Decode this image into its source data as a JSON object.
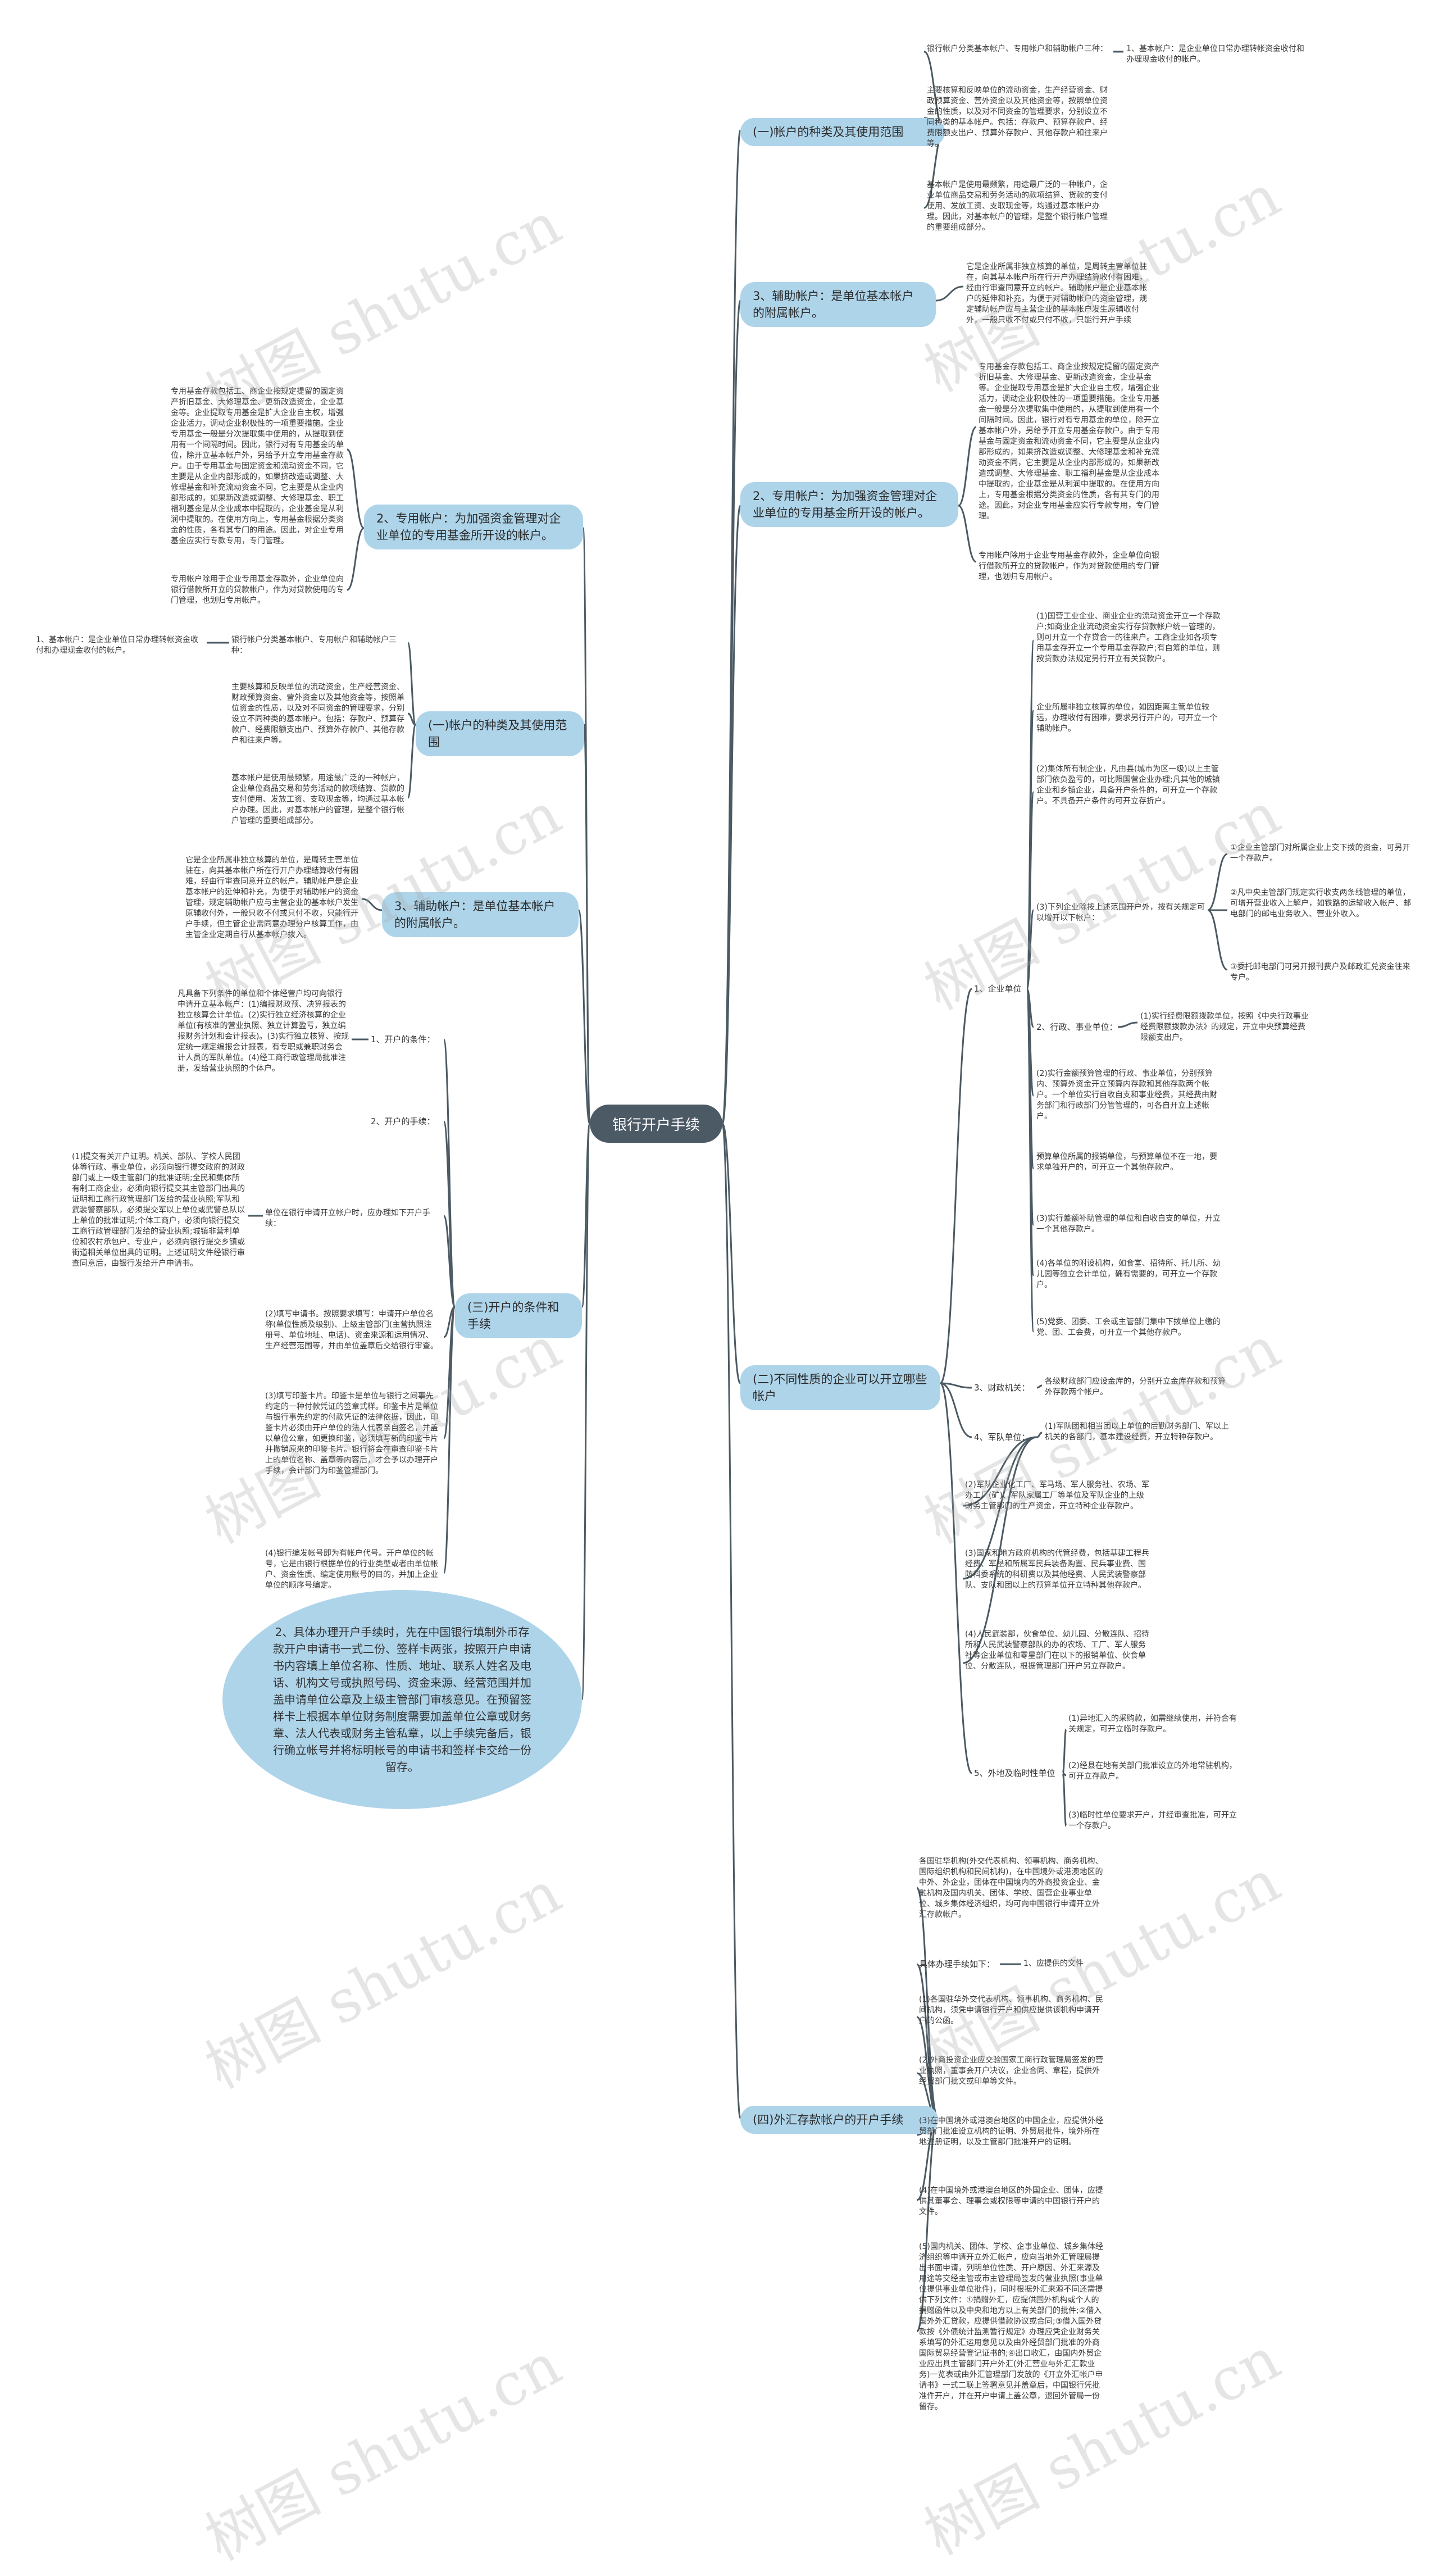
{
  "root": "银行开户手续",
  "watermark": "树图 shutu.cn",
  "right": {
    "b1": {
      "label": "(一)帐户的种类及其使用范围",
      "n1": "银行帐户分类基本帐户、专用帐户和辅助帐户三种：",
      "n1a": "1、基本帐户：是企业单位日常办理转帐资金收付和办理现金收付的帐户。",
      "n2": "主要核算和反映单位的流动资金，生产经营资金、财政预算资金、营外资金以及其他资金等，按照单位资金的性质，以及对不同资金的管理要求，分别设立不同种类的基本帐户。包括：存款户、预算存款户、经费限额支出户、预算外存款户、其他存款户和往来户等。",
      "n3": "基本帐户是使用最频繁，用途最广泛的一种帐户，企业单位商品交易和劳务活动的款项结算、货款的支付使用、发放工资、支取现金等，均通过基本帐户办理。因此，对基本帐户的管理，是整个银行帐户管理的重要组成部分。"
    },
    "b2": {
      "label": "3、辅助帐户：是单位基本帐户的附属帐户。",
      "n1": "它是企业所属非独立核算的单位，是周转主营单位驻在，向其基本帐户所在行开户办理结算收付有困难，经由行审查同意开立的帐户。辅助帐户是企业基本帐户的延伸和补充，为便于对辅助帐户的资金管理，规定辅助帐户应与主营企业的基本帐户发生原辅收付外，一般只收不付或只付不收，只能行开户手续"
    },
    "b3": {
      "label": "2、专用帐户：为加强资金管理对企业单位的专用基金所开设的帐户。",
      "n1": "专用基金存款包括工、商企业按规定提留的固定资产折旧基金、大修理基金、更新改造资金，企业基金等。企业提取专用基金是扩大企业自主权，增强企业活力，调动企业积极性的一项重要措施。企业专用基金一般是分次提取集中使用的，从提取到使用有一个间隔时间。因此，银行对有专用基金的单位，除开立基本帐户外，另给予开立专用基金存款户。由于专用基金与固定资金和流动资金不同，它主要是从企业内部形成的，如果挤改造或调整、大修理基金和补充流动资金不同，它主要是从企业内部形成的，如果新改造或调整、大修理基金、职工福利基金是从企业成本中提取的，企业基金是从利润中提取的。在使用方向上，专用基金根据分类资金的性质，各有其专门的用途。因此，对企业专用基金应实行专款专用，专门管理。",
      "n2": "专用帐户除用于企业专用基金存款外，企业单位向银行借款所开立的贷款帐户，作为对贷款使用的专门管理，也划归专用帐户。"
    },
    "b4": {
      "label": "(二)不同性质的企业可以开立哪些帐户",
      "c1": {
        "label": "1、企业单位",
        "i1": "(1)国营工业企业、商业企业的流动资金开立一个存款户;如商业企业流动资金实行存贷款帐户统一管理的，则可开立一个存贷合一的往来户。工商企业如各项专用基金存开立一个专用基金存款户;有自筹的单位，则按贷款办法规定另行开立有关贷款户。",
        "i2": "企业所属非独立核算的单位，如因距离主管单位较远，办理收付有困难，要求另行开户的，可开立一个辅助帐户。",
        "i3": "(2)集体所有制企业，凡由县(城市为区一级)以上主管部门依负盈亏的，可比照国营企业办理;凡其他的城镇企业和乡镇企业，具备开户条件的，可开立一个存款户。不具备开户条件的可开立存折户。",
        "i4": "(3)下列企业除按上述范围开户外，按有关规定可以增开以下帐户：",
        "i4a": "①企业主管部门对所属企业上交下拨的资金，可另开一个存款户。",
        "i4b": "②凡中央主管部门规定实行收支两条线管理的单位，可增开营业收入上解户，如铁路的运输收入帐户、邮电部门的邮电业务收入、营业外收入。",
        "i4c": "③委托邮电部门可另开报刊费户及邮政汇兑资金往来专户。",
        "i5": "2、行政、事业单位：",
        "i5a": "(1)实行经费限额拨款单位，按照《中央行政事业经费限额拨款办法》的规定，开立中央预算经费限额支出户。",
        "i6": "(2)实行金额预算管理的行政、事业单位，分别预算内、预算外资金开立预算内存款和其他存款两个帐户。一个单位实行自收自支和事业经费，其经费由财务部门和行政部门分管管理的，可各自开立上述帐户。",
        "i7": "预算单位所属的报销单位，与预算单位不在一地，要求单独开户的，可开立一个其他存款户。",
        "i8": "(3)实行差额补助管理的单位和自收自支的单位，开立一个其他存款户。",
        "i9": "(4)各单位的附设机构，如食堂、招待所、托儿所、幼儿园等独立会计单位，确有需要的，可开立一个存款户。",
        "i10": "(5)党委、团委、工会或主管部门集中下拨单位上缴的党、团、工会费，可开立一个其他存款户。"
      },
      "c3": {
        "label": "3、财政机关：",
        "text": "各级财政部门应设金库的，分别开立金库存款和预算外存款两个帐户。"
      },
      "c4": {
        "label": "4、军队单位：",
        "i1": "(1)军队团和相当团以上单位的后勤财务部门、军以上机关的各部门，基本建设经费，开立特种存款户。",
        "i2": "(2)军队企业化工厂、军马场、军人服务社、农场、军办工厂(矿)、军队家属工厂等单位及军队企业的上级财务主管部门的生产资金，开立特种企业存款户。",
        "i3": "(3)国家和地方政府机构的代管经费，包括基建工程兵经费、军垦和所属军民兵装备购置、民兵事业费、国防科委系统的科研费以及其他经费、人民武装警察部队、支队和团以上的预算单位开立特种其他存款户。",
        "i4": "(4)人民武装部，伙食单位、幼儿园、分散连队、招待所和人民武装警察部队的办的农场、工厂、军人服务社等企业单位和零星部门在以下的报销单位、伙食单位、分散连队，根据管理部门开户另立存款户。"
      },
      "c5": {
        "label": "5、外地及临时性单位",
        "i1": "(1)异地汇入的采购款，如需继续使用，并符合有关规定，可开立临时存款户。",
        "i2": "(2)经县在地有关部门批准设立的外地常驻机构，可开立存款户。",
        "i3": "(3)临时性单位要求开户，并经审查批准，可开立一个存款户。"
      }
    },
    "b5": {
      "label": "(四)外汇存款帐户的开户手续",
      "i1": "各国驻华机构(外交代表机构、领事机构、商务机构、国际组织机构和民间机构)，在中国境外或港澳地区的中外、外企业，团体在中国境内的外商投资企业、金融机构及国内机关、团体、学校、国营企业事业单位、城乡集体经济组织，均可向中国银行申请开立外汇存款帐户。",
      "i2": "具体办理手续如下：",
      "i2a": "1、应提供的文件",
      "i3": "(1)各国驻华外交代表机构、领事机构、商务机构、民间机构，须凭申请银行开户和供应提供该机构申请开户的公函。",
      "i4": "(2)外商投资企业应交验国家工商行政管理局签发的营业执照，董事会开户决议，企业合同、章程，提供外经贸部门批文或印单等文件。",
      "i5": "(3)在中国境外或港澳台地区的中国企业，应提供外经贸部门批准设立机构的证明、外贸局批件，境外所在地注册证明，以及主管部门批准开户的证明。",
      "i6": "(4)在中国境外或港澳台地区的外国企业、团体，应提供其董事会、理事会或权限等申请的中国银行开户的文件。",
      "i7": "(5)国内机关、团体、学校、企事业单位、城乡集体经济组织等申请开立外汇帐户，应向当地外汇管理局提出书面申请，列明单位性质、开户原因、外汇来源及用途等交经主管或市主管理局签发的营业执照(事业单位提供事业单位批件)，同时根据外汇来源不同还需提供下列文件：①捐赠外汇，应提供国外机构或个人的捐赠函件以及中央和地方以上有关部门的批件;②借入国外外汇贷款，应提供借款协议或合同;③借入国外贷款按《外债统计监测暂行规定》办理应凭企业财务关系填写的外汇运用意见以及由外经贸部门批准的外商国际贸易经营登记证书的;④出口收汇，由国内外贸企业应出具主管部门开户外汇(外汇营业与外汇汇款业务)一览表或由外汇管理部门发放的《开立外汇帐户申请书》一式二联上签署意见并盖章后，中国银行凭批准件开户，并在开户申请上盖公章，退回外管局一份留存。"
    }
  },
  "left": {
    "b1": {
      "label": "2、专用帐户：为加强资金管理对企业单位的专用基金所开设的帐户。",
      "n1": "专用基金存款包括工、商企业按规定提留的固定资产折旧基金、大修理基金、更新改造资金，企业基金等。企业提取专用基金是扩大企业自主权，增强企业活力，调动企业积极性的一项重要措施。企业专用基金一般是分次提取集中使用的，从提取到使用有一个间隔时间。因此，银行对有专用基金的单位，除开立基本帐户外，另给予开立专用基金存款户。由于专用基金与固定资金和流动资金不同，它主要是从企业内部形成的，如果挤改造或调整、大修理基金和补充流动资金不同，它主要是从企业内部形成的，如果新改造或调整、大修理基金、职工福利基金是从企业成本中提取的，企业基金是从利润中提取的。在使用方向上，专用基金根据分类资金的性质，各有其专门的用途。因此，对企业专用基金应实行专款专用，专门管理。",
      "n2": "专用帐户除用于企业专用基金存款外，企业单位向银行借款所开立的贷款帐户，作为对贷款使用的专门管理，也划归专用帐户。"
    },
    "b2": {
      "label": "(一)帐户的种类及其使用范围",
      "n1": "银行帐户分类基本帐户、专用帐户和辅助帐户三种：",
      "n1a": "1、基本帐户：是企业单位日常办理转帐资金收付和办理现金收付的帐户。",
      "n2": "主要核算和反映单位的流动资金，生产经营资金、财政预算资金、营外资金以及其他资金等，按照单位资金的性质，以及对不同资金的管理要求，分别设立不同种类的基本帐户。包括：存款户、预算存款户、经费限额支出户、预算外存款户、其他存款户和往来户等。",
      "n3": "基本帐户是使用最频繁，用途最广泛的一种帐户，企业单位商品交易和劳务活动的款项结算、货款的支付使用、发放工资、支取现金等，均通过基本帐户办理。因此，对基本帐户的管理，是整个银行帐户管理的重要组成部分。"
    },
    "b3": {
      "label": "3、辅助帐户：是单位基本帐户的附属帐户。",
      "n1": "它是企业所属非独立核算的单位，是周转主营单位驻在，向其基本帐户所在行开户办理结算收付有困难，经由行审查同意开立的帐户。辅助帐户是企业基本帐户的延伸和补充，为便于对辅助帐户的资金管理，规定辅助帐户应与主营企业的基本帐户发生原辅收付外，一般只收不付或只付不收，只能行开户手续，但主管企业需同意办理分户核算工作，由主管企业定期自行从基本帐户拨入。"
    },
    "b4": {
      "label": "(三)开户的条件和手续",
      "s1": "1、开户的条件：",
      "s1t": "凡具备下列条件的单位和个体经营户均可向银行申请开立基本帐户：(1)编报财政预、决算报表的独立核算会计单位。(2)实行独立经济核算的企业单位(有核准的营业执照、独立计算盈亏，独立编报财务计划和会计报表)。(3)实行独立核算、按规定统一规定编报会计报表，有专职或兼职财务会计人员的军队单位。(4)经工商行政管理局批准注册，发给营业执照的个体户。",
      "s2": "2、开户的手续：",
      "s3": "单位在银行申请开立帐户时，应办理如下开户手续：",
      "s3t": "(1)提交有关开户证明。机关、部队、学校人民团体等行政、事业单位，必须向银行提交政府的财政部门或上一级主管部门的批准证明;全民和集体所有制工商企业，必须向银行提交其主管部门出具的证明和工商行政管理部门发给的营业执照;军队和武装警察部队，必须提交军以上单位或武警总队以上单位的批准证明;个体工商户，必须向银行提交工商行政管理部门发给的营业执照;城镇非营利单位和农村承包户、专业户，必须向银行提交乡镇或街道相关单位出具的证明。上述证明文件经银行审查同意后，由银行发给开户申请书。",
      "s4": "(2)填写申请书。按照要求填写：申请开户单位名称(单位性质及级别)、上级主管部门(主营执照注册号、单位地址、电话)、资金来源和运用情况、生产经营范围等，并由单位盖章后交给银行审查。",
      "s5": "(3)填写印鉴卡片。印鉴卡是单位与银行之间事先约定的一种付款凭证的签章式样。印鉴卡片是单位与银行事先约定的付款凭证的法律依据，因此，印鉴卡片必须由开户单位的法人代表亲自签名，并盖以单位公章，如更换印鉴，必须填写新的印鉴卡片并撤销原来的印鉴卡片。银行将会在审查印鉴卡片上的单位名称、盖章等内容后，才会予以办理开户手续，会计部门为印鉴管理部门。",
      "s6": "(4)银行编发帐号即为有帐户代号。开户单位的帐号，它是由银行根据单位的行业类型或者由单位帐户、资金性质、编定使用账号的目的，并加上企业单位的顺序号编定。"
    },
    "bubble": "2、具体办理开户手续时，先在中国银行填制外币存款开户申请书一式二份、签样卡两张，按照开户申请书内容填上单位名称、性质、地址、联系人姓名及电话、机构文号或执照号码、资金来源、经营范围并加盖申请单位公章及上级主管部门审核意见。在预留签样卡上根据本单位财务制度需要加盖单位公章或财务章、法人代表或财务主管私章，以上手续完备后，银行确立帐号并将标明帐号的申请书和签样卡交给一份留存。"
  }
}
